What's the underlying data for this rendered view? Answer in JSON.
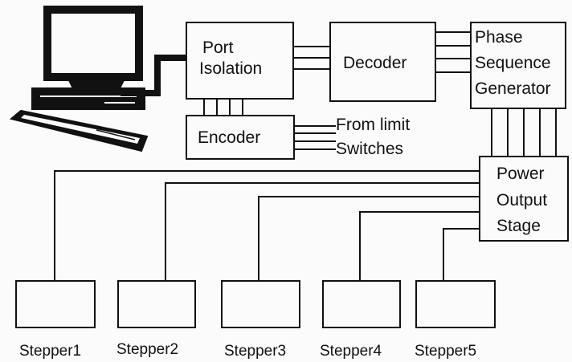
{
  "blocks": {
    "port_isolation": {
      "line1": "Port",
      "line2": "Isolation"
    },
    "decoder": "Decoder",
    "phase_sequence_generator": {
      "line1": "Phase",
      "line2": "Sequence",
      "line3": "Generator"
    },
    "encoder": "Encoder",
    "limit_switch_note": {
      "line1": "From limit",
      "line2": "Switches"
    },
    "power_output_stage": {
      "line1": "Power",
      "line2": "Output",
      "line3": "Stage"
    }
  },
  "steppers": [
    "Stepper1",
    "Stepper2",
    "Stepper3",
    "Stepper4",
    "Stepper5"
  ],
  "icons": [
    "desktop-computer-icon",
    "keyboard-icon"
  ],
  "colors": {
    "ink": "#111111",
    "background": "#fbfbfb"
  }
}
